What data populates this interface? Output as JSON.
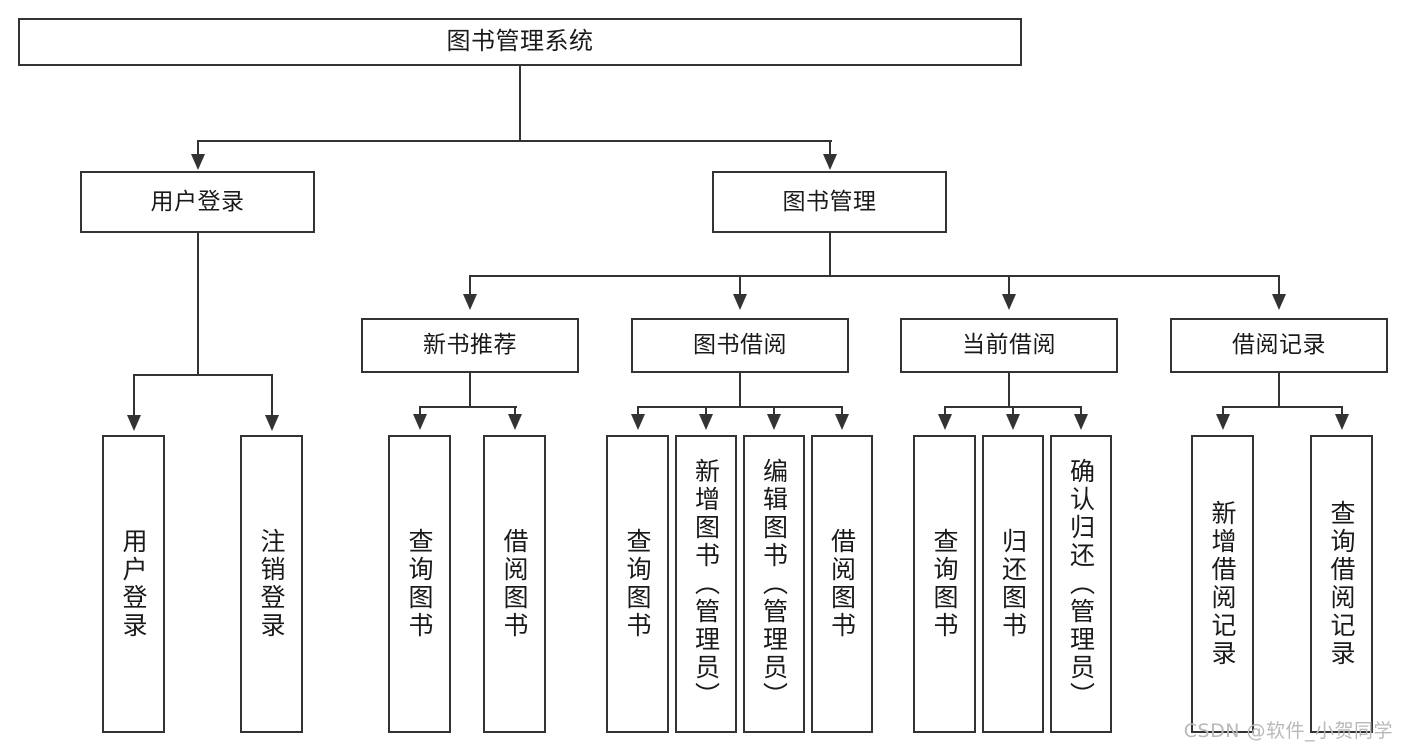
{
  "diagram": {
    "title": "图书管理系统",
    "type": "tree-hierarchy-chart",
    "background_color": "#ffffff",
    "line_color": "#333333",
    "text_color": "#1a1a1a"
  },
  "nodes": {
    "root": {
      "label": "图书管理系统"
    },
    "level2": [
      {
        "id": "user-login",
        "label": "用户登录"
      },
      {
        "id": "book-management",
        "label": "图书管理"
      }
    ],
    "level3": [
      {
        "id": "new-book-recommend",
        "label": "新书推荐"
      },
      {
        "id": "book-borrow",
        "label": "图书借阅"
      },
      {
        "id": "current-borrow",
        "label": "当前借阅"
      },
      {
        "id": "borrow-record",
        "label": "借阅记录"
      }
    ],
    "leaves": {
      "user_login": [
        {
          "id": "leaf-user-login",
          "label": "用户登录"
        },
        {
          "id": "leaf-logout-login",
          "label": "注销登录"
        }
      ],
      "new_book_recommend": [
        {
          "id": "leaf-query-book-1",
          "label": "查询图书"
        },
        {
          "id": "leaf-borrow-book-1",
          "label": "借阅图书"
        }
      ],
      "book_borrow": [
        {
          "id": "leaf-query-book-2",
          "label": "查询图书"
        },
        {
          "id": "leaf-add-book",
          "label": "新增图书（管理员）"
        },
        {
          "id": "leaf-edit-book",
          "label": "编辑图书（管理员）"
        },
        {
          "id": "leaf-borrow-book-2",
          "label": "借阅图书"
        }
      ],
      "current_borrow": [
        {
          "id": "leaf-query-book-3",
          "label": "查询图书"
        },
        {
          "id": "leaf-return-book",
          "label": "归还图书"
        },
        {
          "id": "leaf-confirm-return",
          "label": "确认归还（管理员）"
        }
      ],
      "borrow_record": [
        {
          "id": "leaf-add-borrow-record",
          "label": "新增借阅记录"
        },
        {
          "id": "leaf-query-borrow-record",
          "label": "查询借阅记录"
        }
      ]
    }
  },
  "watermark": {
    "text": "CSDN @软件_小贺同学",
    "color": "#b9b9b9"
  }
}
